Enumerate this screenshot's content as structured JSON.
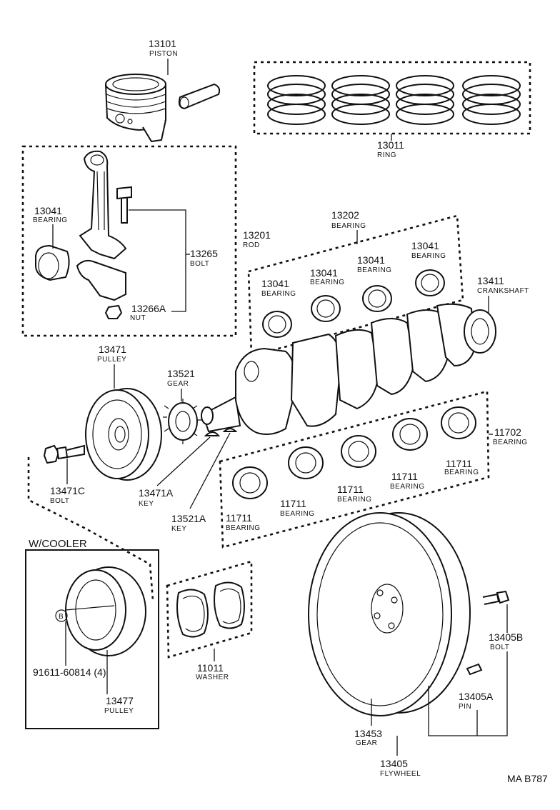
{
  "callouts": {
    "piston": {
      "number": "13101",
      "name": "PISTON"
    },
    "ring": {
      "number": "13011",
      "name": "RING"
    },
    "rod": {
      "number": "13201",
      "name": "ROD"
    },
    "rod_bearing": {
      "number": "13041",
      "name": "BEARING"
    },
    "rod_bolt": {
      "number": "13265",
      "name": "BOLT"
    },
    "rod_nut": {
      "number": "13266A",
      "name": "NUT"
    },
    "bearing_set_upper": {
      "number": "13202",
      "name": "BEARING"
    },
    "bearing_u1": {
      "number": "13041",
      "name": "BEARING"
    },
    "bearing_u2": {
      "number": "13041",
      "name": "BEARING"
    },
    "bearing_u3": {
      "number": "13041",
      "name": "BEARING"
    },
    "bearing_u4": {
      "number": "13041",
      "name": "BEARING"
    },
    "crankshaft": {
      "number": "13411",
      "name": "CRANKSHAFT"
    },
    "pulley": {
      "number": "13471",
      "name": "PULLEY"
    },
    "gear": {
      "number": "13521",
      "name": "GEAR"
    },
    "pulley_bolt": {
      "number": "13471C",
      "name": "BOLT"
    },
    "key_a": {
      "number": "13471A",
      "name": "KEY"
    },
    "key_b": {
      "number": "13521A",
      "name": "KEY"
    },
    "main_bearing_set": {
      "number": "11702",
      "name": "BEARING"
    },
    "main_b1": {
      "number": "11711",
      "name": "BEARING"
    },
    "main_b2": {
      "number": "11711",
      "name": "BEARING"
    },
    "main_b3": {
      "number": "11711",
      "name": "BEARING"
    },
    "main_b4": {
      "number": "11711",
      "name": "BEARING"
    },
    "main_b5": {
      "number": "11711",
      "name": "BEARING"
    },
    "cooler_bolt": {
      "number": "91611-60814 (4)"
    },
    "cooler_pulley": {
      "number": "13477",
      "name": "PULLEY"
    },
    "washer": {
      "number": "11011",
      "name": "WASHER"
    },
    "flywheel_bolt": {
      "number": "13405B",
      "name": "BOLT"
    },
    "flywheel_pin": {
      "number": "13405A",
      "name": "PIN"
    },
    "ring_gear": {
      "number": "13453",
      "name": "GEAR"
    },
    "flywheel": {
      "number": "13405",
      "name": "FLYWHEEL"
    }
  },
  "variant_label": "W/COOLER",
  "bolt_marker": "B",
  "figure_code": "MA B787"
}
